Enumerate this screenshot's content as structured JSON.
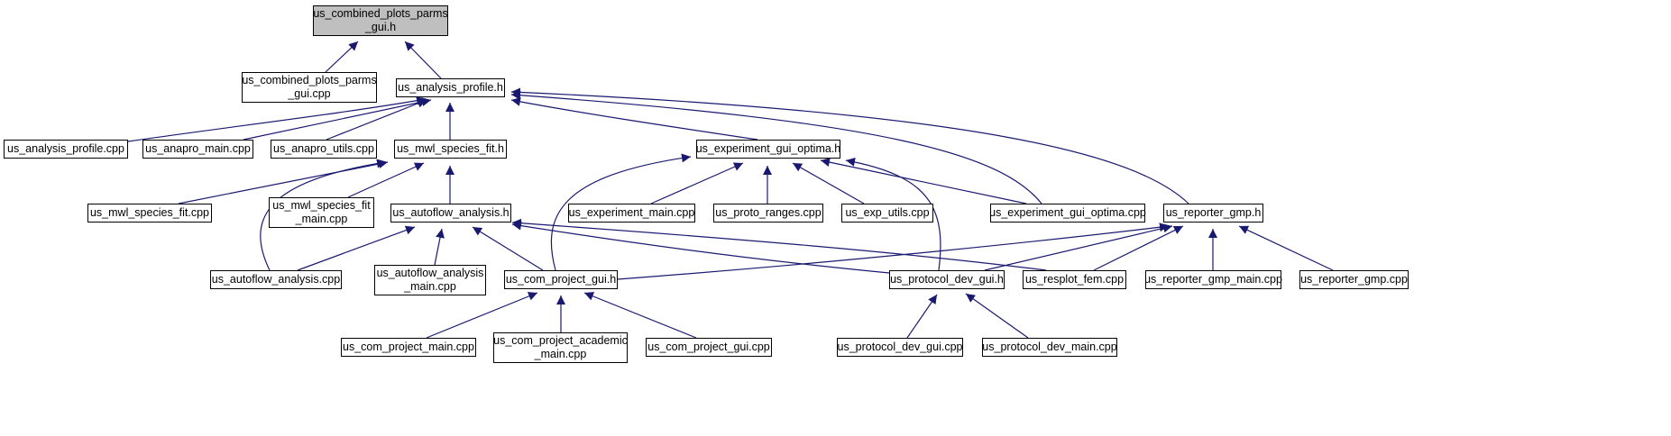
{
  "colors": {
    "edge": "#191970",
    "root_fill": "#bfbfbf",
    "node_fill": "#ffffff",
    "border": "#000000"
  },
  "nodes": {
    "root": {
      "line1": "us_combined_plots_parms",
      "line2": "_gui.h"
    },
    "cpg_cpp": {
      "line1": "us_combined_plots_parms",
      "line2": "_gui.cpp"
    },
    "ap_h": {
      "line1": "us_analysis_profile.h"
    },
    "ap_cpp": {
      "line1": "us_analysis_profile.cpp"
    },
    "anapro_main": {
      "line1": "us_anapro_main.cpp"
    },
    "anapro_utils": {
      "line1": "us_anapro_utils.cpp"
    },
    "mwl_h": {
      "line1": "us_mwl_species_fit.h"
    },
    "expgo_h": {
      "line1": "us_experiment_gui_optima.h"
    },
    "mwl_cpp": {
      "line1": "us_mwl_species_fit.cpp"
    },
    "mwl_main": {
      "line1": "us_mwl_species_fit",
      "line2": "_main.cpp"
    },
    "afa_h": {
      "line1": "us_autoflow_analysis.h"
    },
    "exp_main": {
      "line1": "us_experiment_main.cpp"
    },
    "proto_ranges": {
      "line1": "us_proto_ranges.cpp"
    },
    "exp_utils": {
      "line1": "us_exp_utils.cpp"
    },
    "expgo_cpp": {
      "line1": "us_experiment_gui_optima.cpp"
    },
    "rgmp_h": {
      "line1": "us_reporter_gmp.h"
    },
    "afa_cpp": {
      "line1": "us_autoflow_analysis.cpp"
    },
    "afa_main": {
      "line1": "us_autoflow_analysis",
      "line2": "_main.cpp"
    },
    "cpg_h": {
      "line1": "us_com_project_gui.h"
    },
    "pdg_h": {
      "line1": "us_protocol_dev_gui.h"
    },
    "resplot": {
      "line1": "us_resplot_fem.cpp"
    },
    "rgmp_main": {
      "line1": "us_reporter_gmp_main.cpp"
    },
    "rgmp_cpp": {
      "line1": "us_reporter_gmp.cpp"
    },
    "cp_main": {
      "line1": "us_com_project_main.cpp"
    },
    "cp_acad": {
      "line1": "us_com_project_academic",
      "line2": "_main.cpp"
    },
    "cp_gui_cpp": {
      "line1": "us_com_project_gui.cpp"
    },
    "pdg_cpp": {
      "line1": "us_protocol_dev_gui.cpp"
    },
    "pd_main": {
      "line1": "us_protocol_dev_main.cpp"
    }
  }
}
